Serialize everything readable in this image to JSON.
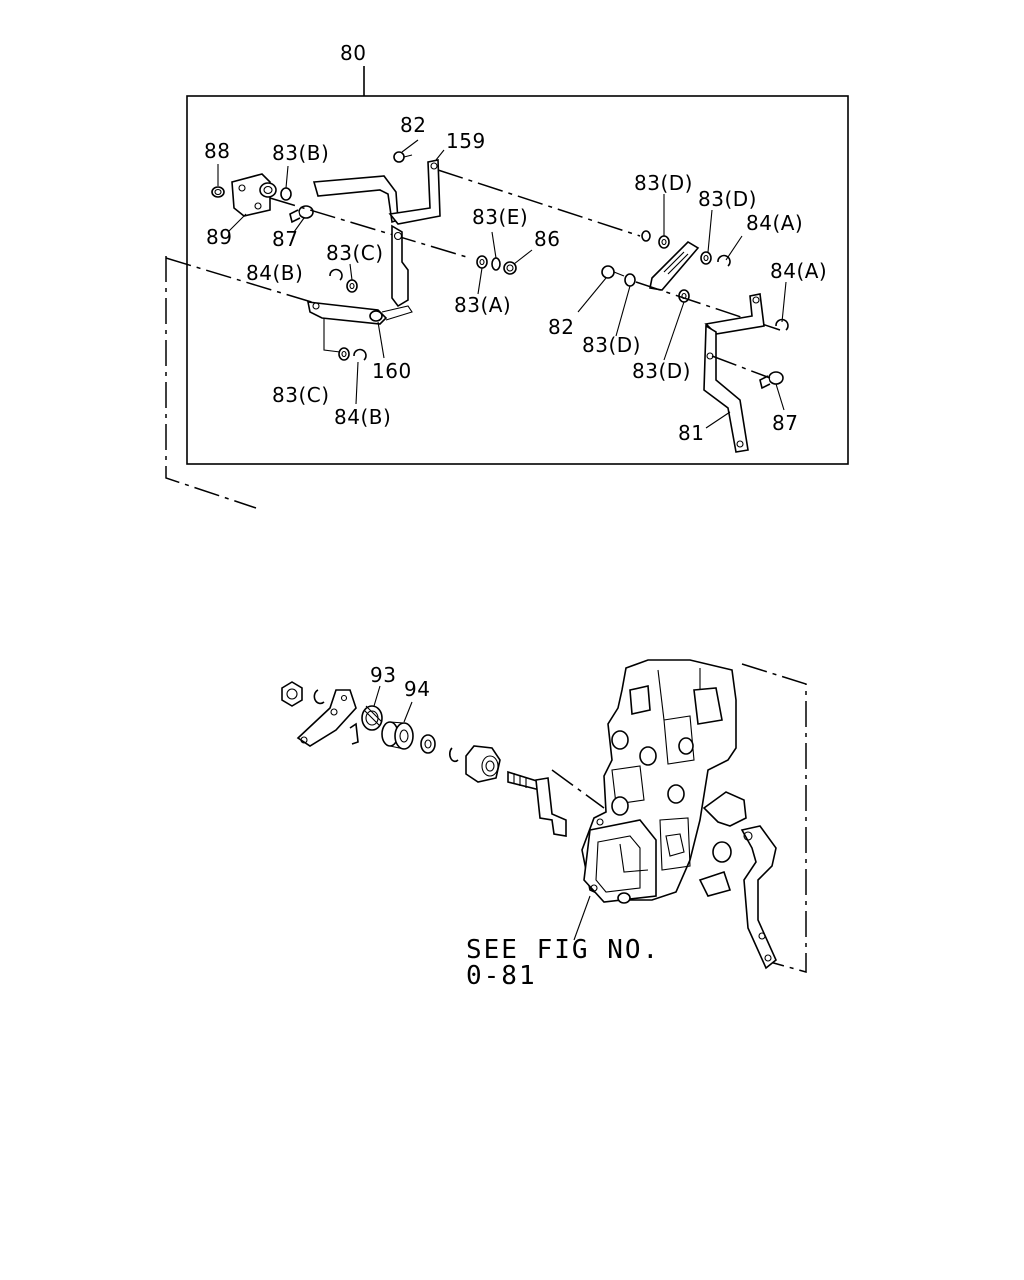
{
  "labels": {
    "l80": "80",
    "l82a": "82",
    "l159": "159",
    "l88": "88",
    "l83b": "83(B)",
    "l89": "89",
    "l87a": "87",
    "l83c_top": "83(C)",
    "l84b_top": "84(B)",
    "l83e": "83(E)",
    "l86": "86",
    "l83a": "83(A)",
    "l160": "160",
    "l83c_bot": "83(C)",
    "l84b_bot": "84(B)",
    "l83d_1": "83(D)",
    "l83d_2": "83(D)",
    "l84a_1": "84(A)",
    "l84a_2": "84(A)",
    "l82b": "82",
    "l83d_3": "83(D)",
    "l83d_4": "83(D)",
    "l87b": "87",
    "l81": "81",
    "l93": "93",
    "l94": "94"
  },
  "reference": {
    "line1": "SEE FIG NO.",
    "line2": "0-81"
  }
}
